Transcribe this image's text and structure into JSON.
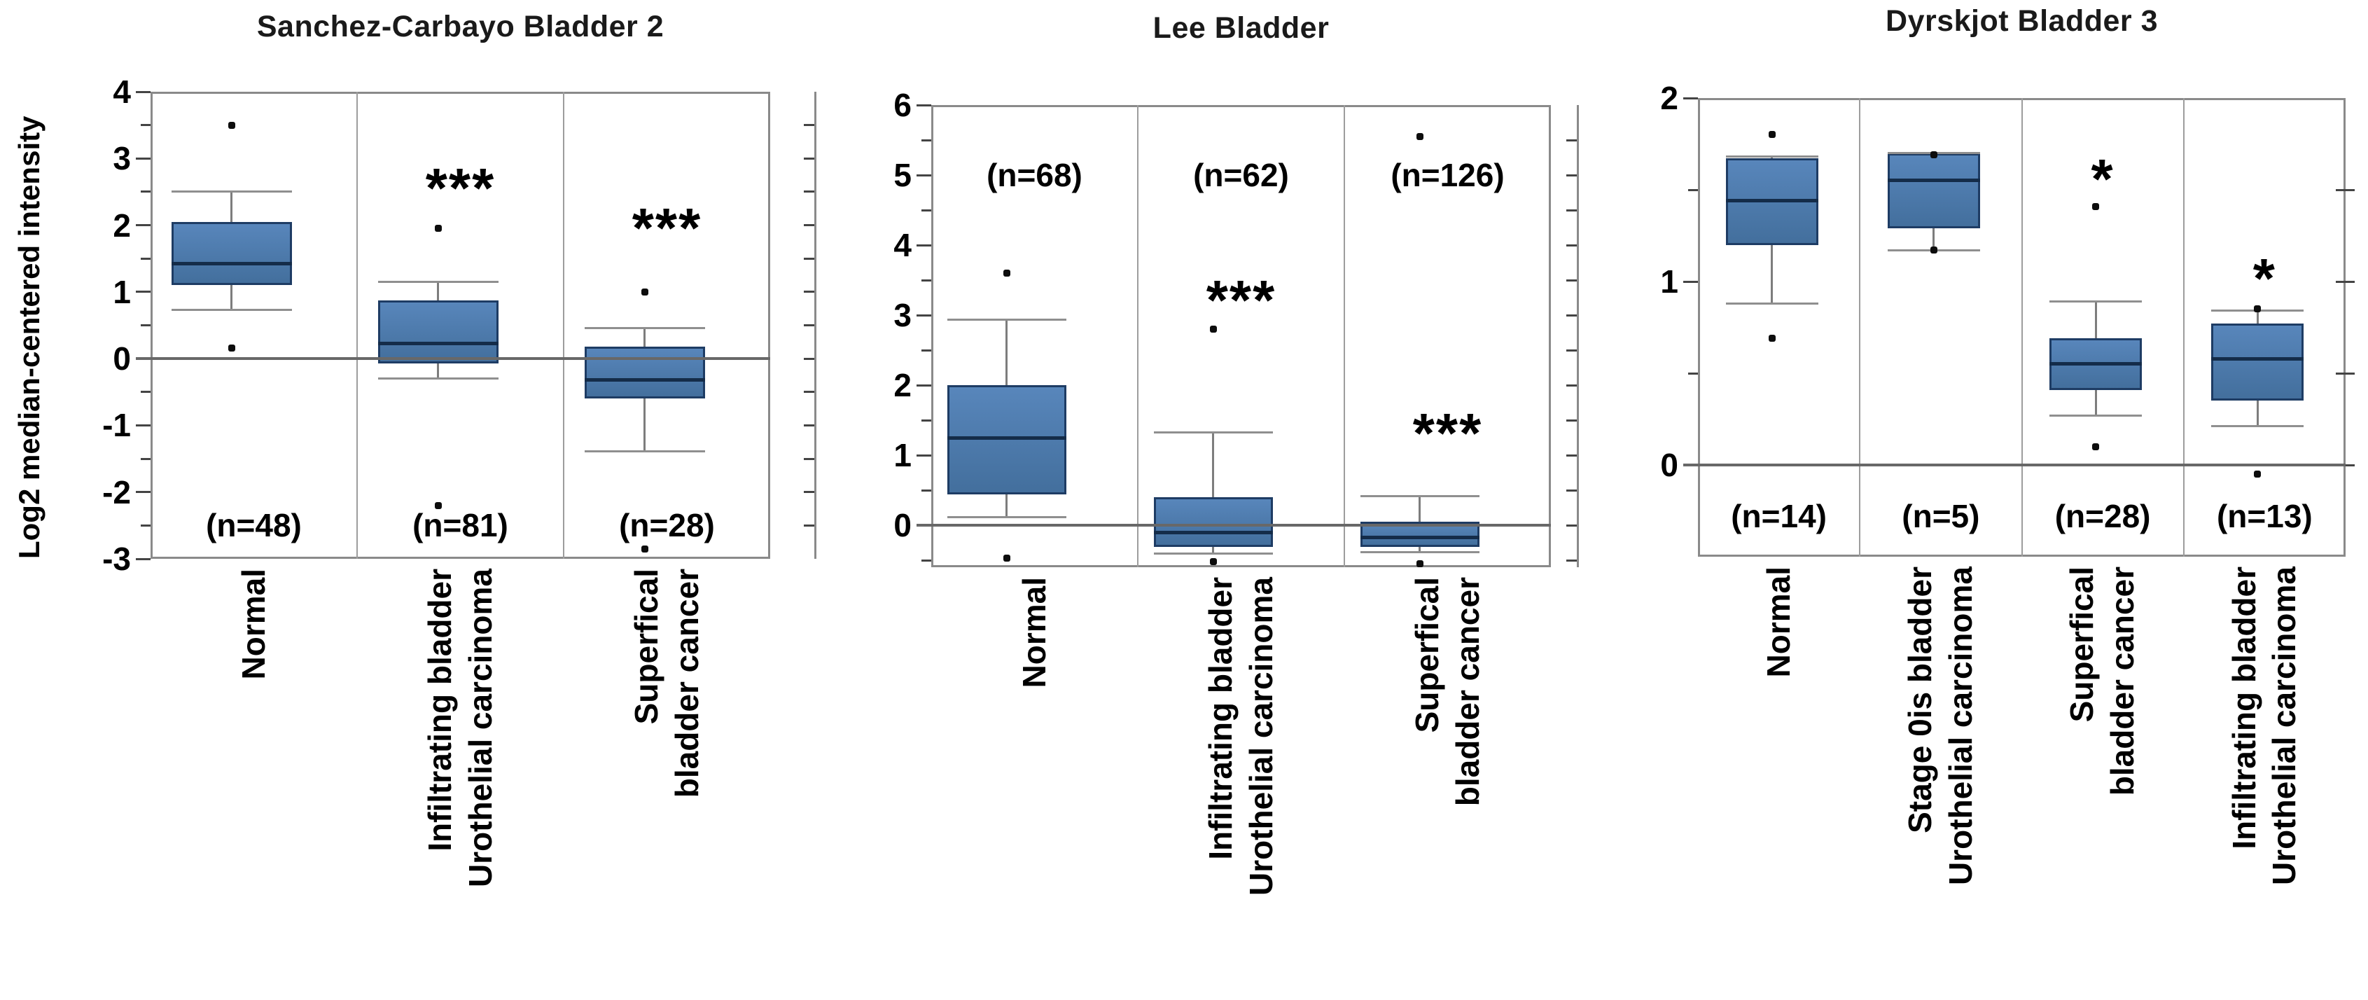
{
  "figure": {
    "ylabel": "Log2 median-centered intensity"
  },
  "colors": {
    "box_fill_top": "#5886bb",
    "box_fill_bottom": "#436f9d",
    "box_border": "#1e3c64",
    "median": "#142c49",
    "whisker": "#7d7d7d",
    "cap": "#8f8f8f",
    "zero_line": "#686868",
    "panel_border": "#8a8a8a",
    "separator": "#9d9d9d",
    "tick": "#444444",
    "text": "#000000",
    "outlier": "#0d0d0d"
  },
  "chart_data": [
    {
      "type": "boxplot",
      "title": "Sanchez-Carbayo Bladder 2",
      "ylabel": "Log2 median-centered intensity",
      "ylim": [
        -3,
        4
      ],
      "yticks": [
        4,
        3,
        2,
        1,
        0,
        -1,
        -2,
        -3
      ],
      "yticks_minor": [
        3.5,
        2.5,
        1.5,
        0.5,
        -0.5,
        -1.5,
        -2.5
      ],
      "grid": false,
      "zero_line": true,
      "n_label_y": -2.5,
      "groups": [
        {
          "label_lines": [
            "Normal"
          ],
          "n": 48,
          "n_label": "(n=48)",
          "whisker_low": 0.73,
          "q1": 1.1,
          "median": 1.42,
          "q3": 2.05,
          "whisker_high": 2.5,
          "outliers": [
            3.5,
            0.16
          ],
          "significance": "",
          "sig_y": null
        },
        {
          "label_lines": [
            "Infiltrating bladder",
            "Urothelial carcinoma"
          ],
          "n": 81,
          "n_label": "(n=81)",
          "whisker_low": -0.3,
          "q1": -0.07,
          "median": 0.23,
          "q3": 0.87,
          "whisker_high": 1.15,
          "outliers": [
            1.95,
            -2.2
          ],
          "significance": "***",
          "sig_y": 2.7
        },
        {
          "label_lines": [
            "Superfical",
            "bladder cancer"
          ],
          "n": 28,
          "n_label": "(n=28)",
          "whisker_low": -1.39,
          "q1": -0.6,
          "median": -0.32,
          "q3": 0.18,
          "whisker_high": 0.46,
          "outliers": [
            1.0,
            -2.85
          ],
          "significance": "***",
          "sig_y": 2.1
        }
      ]
    },
    {
      "type": "boxplot",
      "title": "Lee Bladder",
      "ylabel": "",
      "ylim": [
        -0.6,
        6
      ],
      "yticks": [
        6,
        5,
        4,
        3,
        2,
        1,
        0
      ],
      "yticks_minor": [
        5.5,
        4.5,
        3.5,
        2.5,
        1.5,
        0.5,
        -0.5
      ],
      "grid": false,
      "zero_line": true,
      "n_label_y": 5.0,
      "groups": [
        {
          "label_lines": [
            "Normal"
          ],
          "n": 68,
          "n_label": "(n=68)",
          "whisker_low": 0.12,
          "q1": 0.44,
          "median": 1.25,
          "q3": 2.0,
          "whisker_high": 2.94,
          "outliers": [
            3.6,
            -0.47
          ],
          "significance": "",
          "sig_y": null
        },
        {
          "label_lines": [
            "Infiltrating bladder",
            "Urothelial carcinoma"
          ],
          "n": 62,
          "n_label": "(n=62)",
          "whisker_low": -0.4,
          "q1": -0.31,
          "median": -0.1,
          "q3": 0.4,
          "whisker_high": 1.33,
          "outliers": [
            2.8,
            -0.52
          ],
          "significance": "***",
          "sig_y": 3.35
        },
        {
          "label_lines": [
            "Superfical",
            "bladder cancer"
          ],
          "n": 126,
          "n_label": "(n=126)",
          "whisker_low": -0.38,
          "q1": -0.31,
          "median": -0.17,
          "q3": 0.05,
          "whisker_high": 0.42,
          "outliers": [
            5.55,
            -0.55
          ],
          "significance": "***",
          "sig_y": 1.45
        }
      ]
    },
    {
      "type": "boxplot",
      "title": "Dyrskjot Bladder 3",
      "ylabel": "",
      "ylim": [
        -0.5,
        2
      ],
      "yticks": [
        2,
        1,
        0
      ],
      "yticks_minor": [
        1.5,
        0.5
      ],
      "grid": false,
      "zero_line": true,
      "n_label_y": -0.28,
      "groups": [
        {
          "label_lines": [
            "Normal"
          ],
          "n": 14,
          "n_label": "(n=14)",
          "whisker_low": 0.88,
          "q1": 1.2,
          "median": 1.44,
          "q3": 1.67,
          "whisker_high": 1.68,
          "outliers": [
            1.8,
            0.69
          ],
          "significance": "",
          "sig_y": null
        },
        {
          "label_lines": [
            "Stage 0is bladder",
            "Urothelial carcinoma"
          ],
          "n": 5,
          "n_label": "(n=5)",
          "whisker_low": 1.17,
          "q1": 1.29,
          "median": 1.55,
          "q3": 1.7,
          "whisker_high": 1.7,
          "outliers": [
            1.69,
            1.17
          ],
          "significance": "",
          "sig_y": null
        },
        {
          "label_lines": [
            "Superfical",
            "bladder cancer"
          ],
          "n": 28,
          "n_label": "(n=28)",
          "whisker_low": 0.27,
          "q1": 0.41,
          "median": 0.55,
          "q3": 0.69,
          "whisker_high": 0.89,
          "outliers": [
            1.41,
            0.1
          ],
          "significance": "*",
          "sig_y": 1.61
        },
        {
          "label_lines": [
            "Infiltrating bladder",
            "Urothelial carcinoma"
          ],
          "n": 13,
          "n_label": "(n=13)",
          "whisker_low": 0.21,
          "q1": 0.35,
          "median": 0.58,
          "q3": 0.77,
          "whisker_high": 0.84,
          "outliers": [
            0.85,
            -0.05
          ],
          "significance": "*",
          "sig_y": 1.07
        }
      ]
    }
  ]
}
